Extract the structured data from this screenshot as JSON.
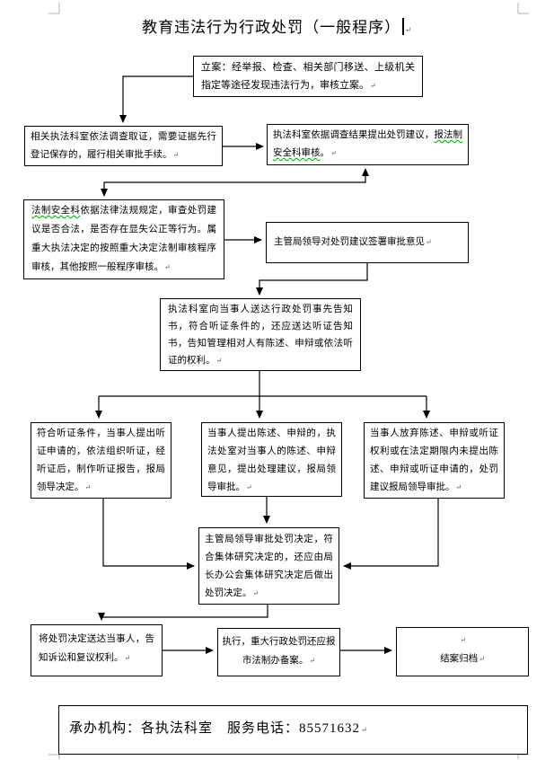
{
  "document": {
    "title": "教育违法行为行政处罚（一般程序）",
    "pilcrow": "↵",
    "footer_box_text": "承办机构：各执法科室　服务电话：85571632"
  },
  "flow": {
    "filing": "立案：经举报、检查、相关部门移送、上级机关指定等途径发现违法行为，审核立案。",
    "investigate": "相关执法科室依法调查取证，需要证据先行登记保存的，履行相关审批手续。",
    "propose_pre": "执法科室依据调查结果提出处罚建议，",
    "propose_wavy": "报法制安全科审核",
    "propose_post": "。",
    "legal_wavy": "法制安全科",
    "legal_rest": "依据法律法规规定，审查处罚建议是否合法，是否存在显失公正等行为。属重大执法决定的按照重大决定法制审核程序审核，其他按照一般程序审核。",
    "leader_sign": "主管局领导对处罚建议签署审批意见",
    "notice": "执法科室向当事人送达行政处罚事先告知书，符合听证条件的，还应送达听证告知书，告知管理相对人有陈述、申辩或依法听证的权利。",
    "hearing": "符合听证条件，当事人提出听证申请的，依法组织听证，经听证后，制作听证报告，报局领导决定。",
    "statement": "当事人提出陈述、申辩的，执法处室对当事人的陈述、申辩意见，提出处理建议，报局领导审批。",
    "waive": "当事人放弃陈述、申辩或听证权利或在法定期限内未提出陈述、申辩或听证申请的，处罚建议报局领导审批。",
    "decision": "主管局领导审批处罚决定，符合集体研究决定的，还应由局长办公会集体研究决定后做出处罚决定。",
    "deliver": "将处罚决定送达当事人，告知诉讼和复议权利。",
    "execute": "执行，重大行政处罚还应报市法制办备案。",
    "archive": "结案归档"
  }
}
